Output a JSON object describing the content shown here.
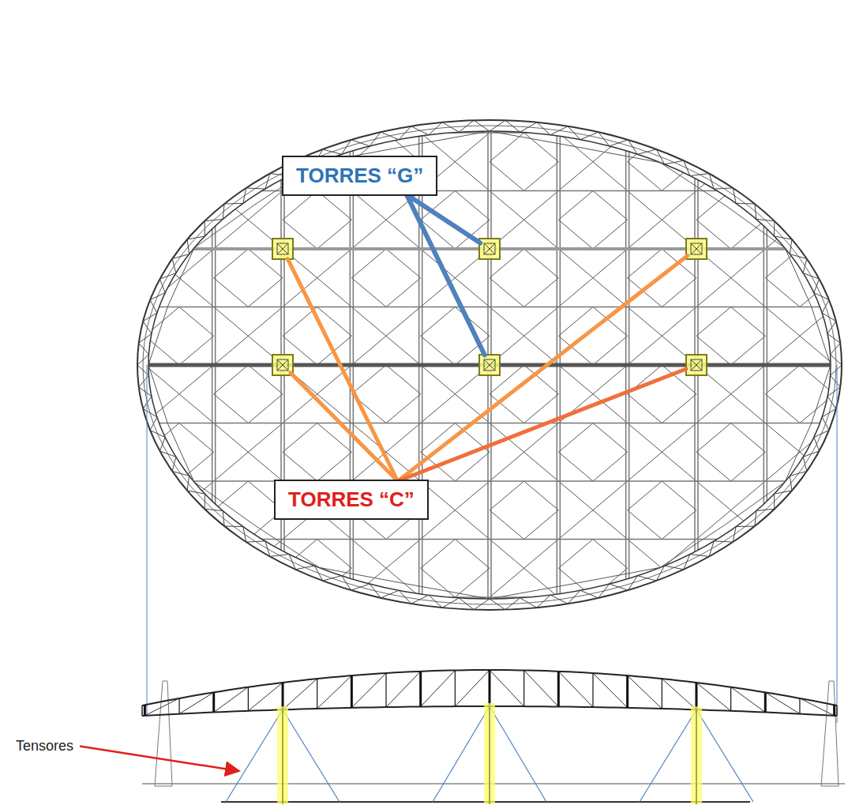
{
  "diagram": {
    "nodes": [
      {
        "text": [
          "TORRES “G”"
        ]
      },
      {
        "text": [
          "TORRES “C”"
        ]
      }
    ],
    "labels": [
      "Tensores"
    ]
  }
}
